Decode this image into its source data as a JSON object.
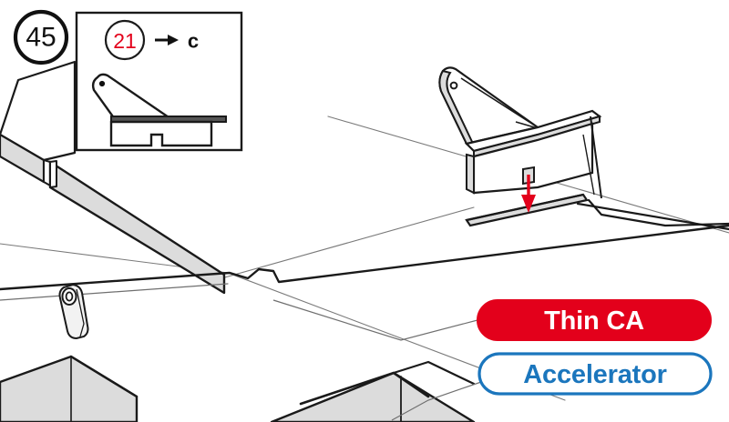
{
  "document": {
    "kind": "assembly-instruction-illustration",
    "step_number": "45"
  },
  "step_marker": {
    "number": "45",
    "shape": "circle",
    "stroke_color": "#111111"
  },
  "inset_panel": {
    "part_number": "21",
    "part_number_color": "#E3001B",
    "arrow_glyph": "→",
    "destination_label": "c",
    "border_color": "#1a1a1a",
    "caption_note": "side view of hinge bracket with base notch"
  },
  "action_arrow": {
    "direction": "down",
    "color": "#E3001B",
    "meaning": "press part down onto spar"
  },
  "callouts": [
    {
      "label": "Thin CA",
      "style": "filled",
      "fill_color": "#E3001B",
      "text_color": "#ffffff",
      "border_color": "#E3001B"
    },
    {
      "label": "Accelerator",
      "style": "outline",
      "fill_color": "#ffffff",
      "text_color": "#1B76BD",
      "border_color": "#1B76BD"
    }
  ],
  "palette": {
    "line": "#1a1a1a",
    "thin_line": "#6f6f6f",
    "surface_gray": "#dcdcdc",
    "red": "#E3001B",
    "blue": "#1B76BD",
    "white": "#ffffff"
  }
}
